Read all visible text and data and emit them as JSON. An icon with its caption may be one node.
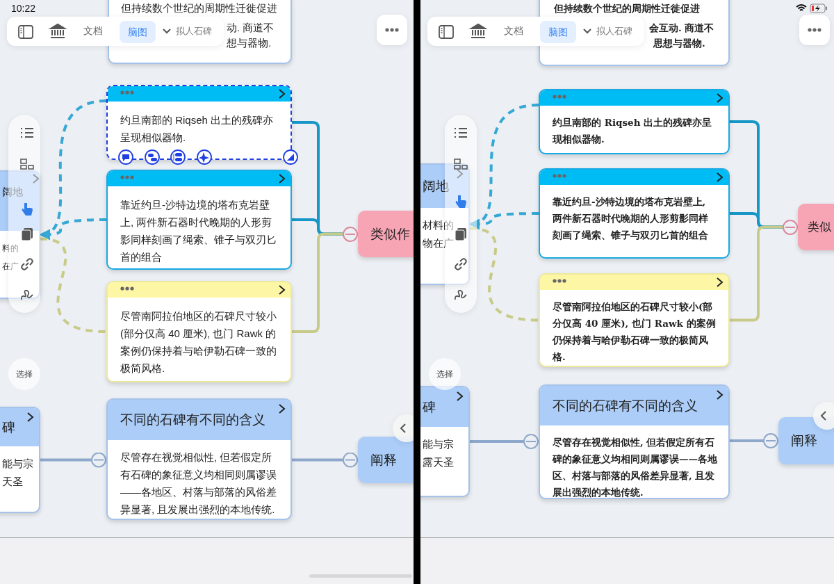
{
  "diagram": {
    "nodes": [
      {
        "text": [
          "但持续数个世纪的周期性迁徙促进",
          "动. 商道不",
          "想与器物."
        ]
      },
      {
        "text": [
          "阔地",
          "料的在广"
        ]
      },
      {
        "text": [
          "约旦南部的 Riqseh 出土的残碑亦呈现相似器物."
        ]
      },
      {
        "text": [
          "靠近约旦-沙特边境的塔布克岩壁上, 两件新石器时代晚期的人形剪影同样刻画了绳索、锥子与双刃匕首的组合"
        ]
      },
      {
        "text": [
          "尽管南阿拉伯地区的石碑尺寸较小(部分仅高 40 厘米), 也门 Rawk 的案例仍保持着与哈伊勒石碑一致的极简风格."
        ]
      },
      {
        "text": [
          "类似作"
        ]
      },
      {
        "text": [
          "碑",
          "能与宗天圣"
        ]
      },
      {
        "text": [
          "不同的石碑有不同的含义",
          "尽管存在视觉相似性, 但若假定所有石碑的象征意义均相同则属谬误——各地区、村落与部落的风俗差异显著, 且发展出强烈的本地传统."
        ]
      },
      {
        "text": [
          "阐释"
        ]
      },
      {
        "text": [
          "但持续数个世纪的周期性迁徙促进",
          "会互动. 商道不",
          "思想与器物."
        ]
      },
      {
        "text": [
          "阔地",
          "材料的物在广"
        ]
      },
      {
        "text": [
          "约旦南部的 Riqseh 出土的残碑亦呈现相似器物."
        ]
      },
      {
        "text": [
          "靠近约旦-沙特边境的塔布克岩壁上, 两件新石器时代晚期的人形剪影同样刻画了绳索、锥子与双刃匕首的组合"
        ]
      },
      {
        "text": [
          "尽管南阿拉伯地区的石碑尺寸较小(部分仅高 40 厘米), 也门 Rawk 的案例仍保持着与哈伊勒石碑一致的极简风格."
        ]
      },
      {
        "text": [
          "类似"
        ]
      },
      {
        "text": [
          "碑",
          "能与宗露天圣"
        ]
      },
      {
        "text": [
          "不同的石碑有不同的含义",
          "尽管存在视觉相似性, 但若假定所有石碑的象征意义均相同则属谬误——各地区、村落与部落的风俗差异显著, 且发展出强烈的本地传统."
        ]
      },
      {
        "text": [
          "阐释"
        ]
      }
    ],
    "edges": [
      {
        "from": 2,
        "to": 5,
        "arrow": "none",
        "color": "#1697c8"
      },
      {
        "from": 3,
        "to": 5,
        "arrow": "none",
        "color": "#1697c8"
      },
      {
        "from": 4,
        "to": 5,
        "arrow": "none",
        "color": "#c8cb88"
      },
      {
        "from": 2,
        "to": 1,
        "arrow": "to",
        "style": "dashed",
        "color": "#35a8d6"
      },
      {
        "from": 3,
        "to": 1,
        "arrow": "to",
        "style": "dashed",
        "color": "#35a8d6"
      },
      {
        "from": 1,
        "to": 4,
        "arrow": "none",
        "style": "dashed",
        "color": "#c8cb88"
      },
      {
        "from": 6,
        "to": 7,
        "arrow": "other",
        "color": "#8ea8cb"
      },
      {
        "from": 7,
        "to": 8,
        "arrow": "other",
        "color": "#8ea8cb"
      },
      {
        "from": 11,
        "to": 14,
        "arrow": "none",
        "color": "#1697c8"
      },
      {
        "from": 12,
        "to": 14,
        "arrow": "none",
        "color": "#1697c8"
      },
      {
        "from": 13,
        "to": 14,
        "arrow": "none",
        "color": "#c8cb88"
      },
      {
        "from": 11,
        "to": 10,
        "arrow": "to",
        "style": "dashed",
        "color": "#35a8d6"
      },
      {
        "from": 12,
        "to": 10,
        "arrow": "to",
        "style": "dashed",
        "color": "#35a8d6"
      },
      {
        "from": 10,
        "to": 13,
        "arrow": "none",
        "style": "dashed",
        "color": "#c8cb88"
      },
      {
        "from": 15,
        "to": 16,
        "arrow": "other",
        "color": "#8ea8cb"
      },
      {
        "from": 16,
        "to": 17,
        "arrow": "other",
        "color": "#8ea8cb"
      }
    ],
    "labels": [
      "10:22",
      "文档",
      "脑图",
      "拟人石碑",
      "选择",
      "文档",
      "脑图",
      "拟人石碑",
      "选择"
    ]
  }
}
